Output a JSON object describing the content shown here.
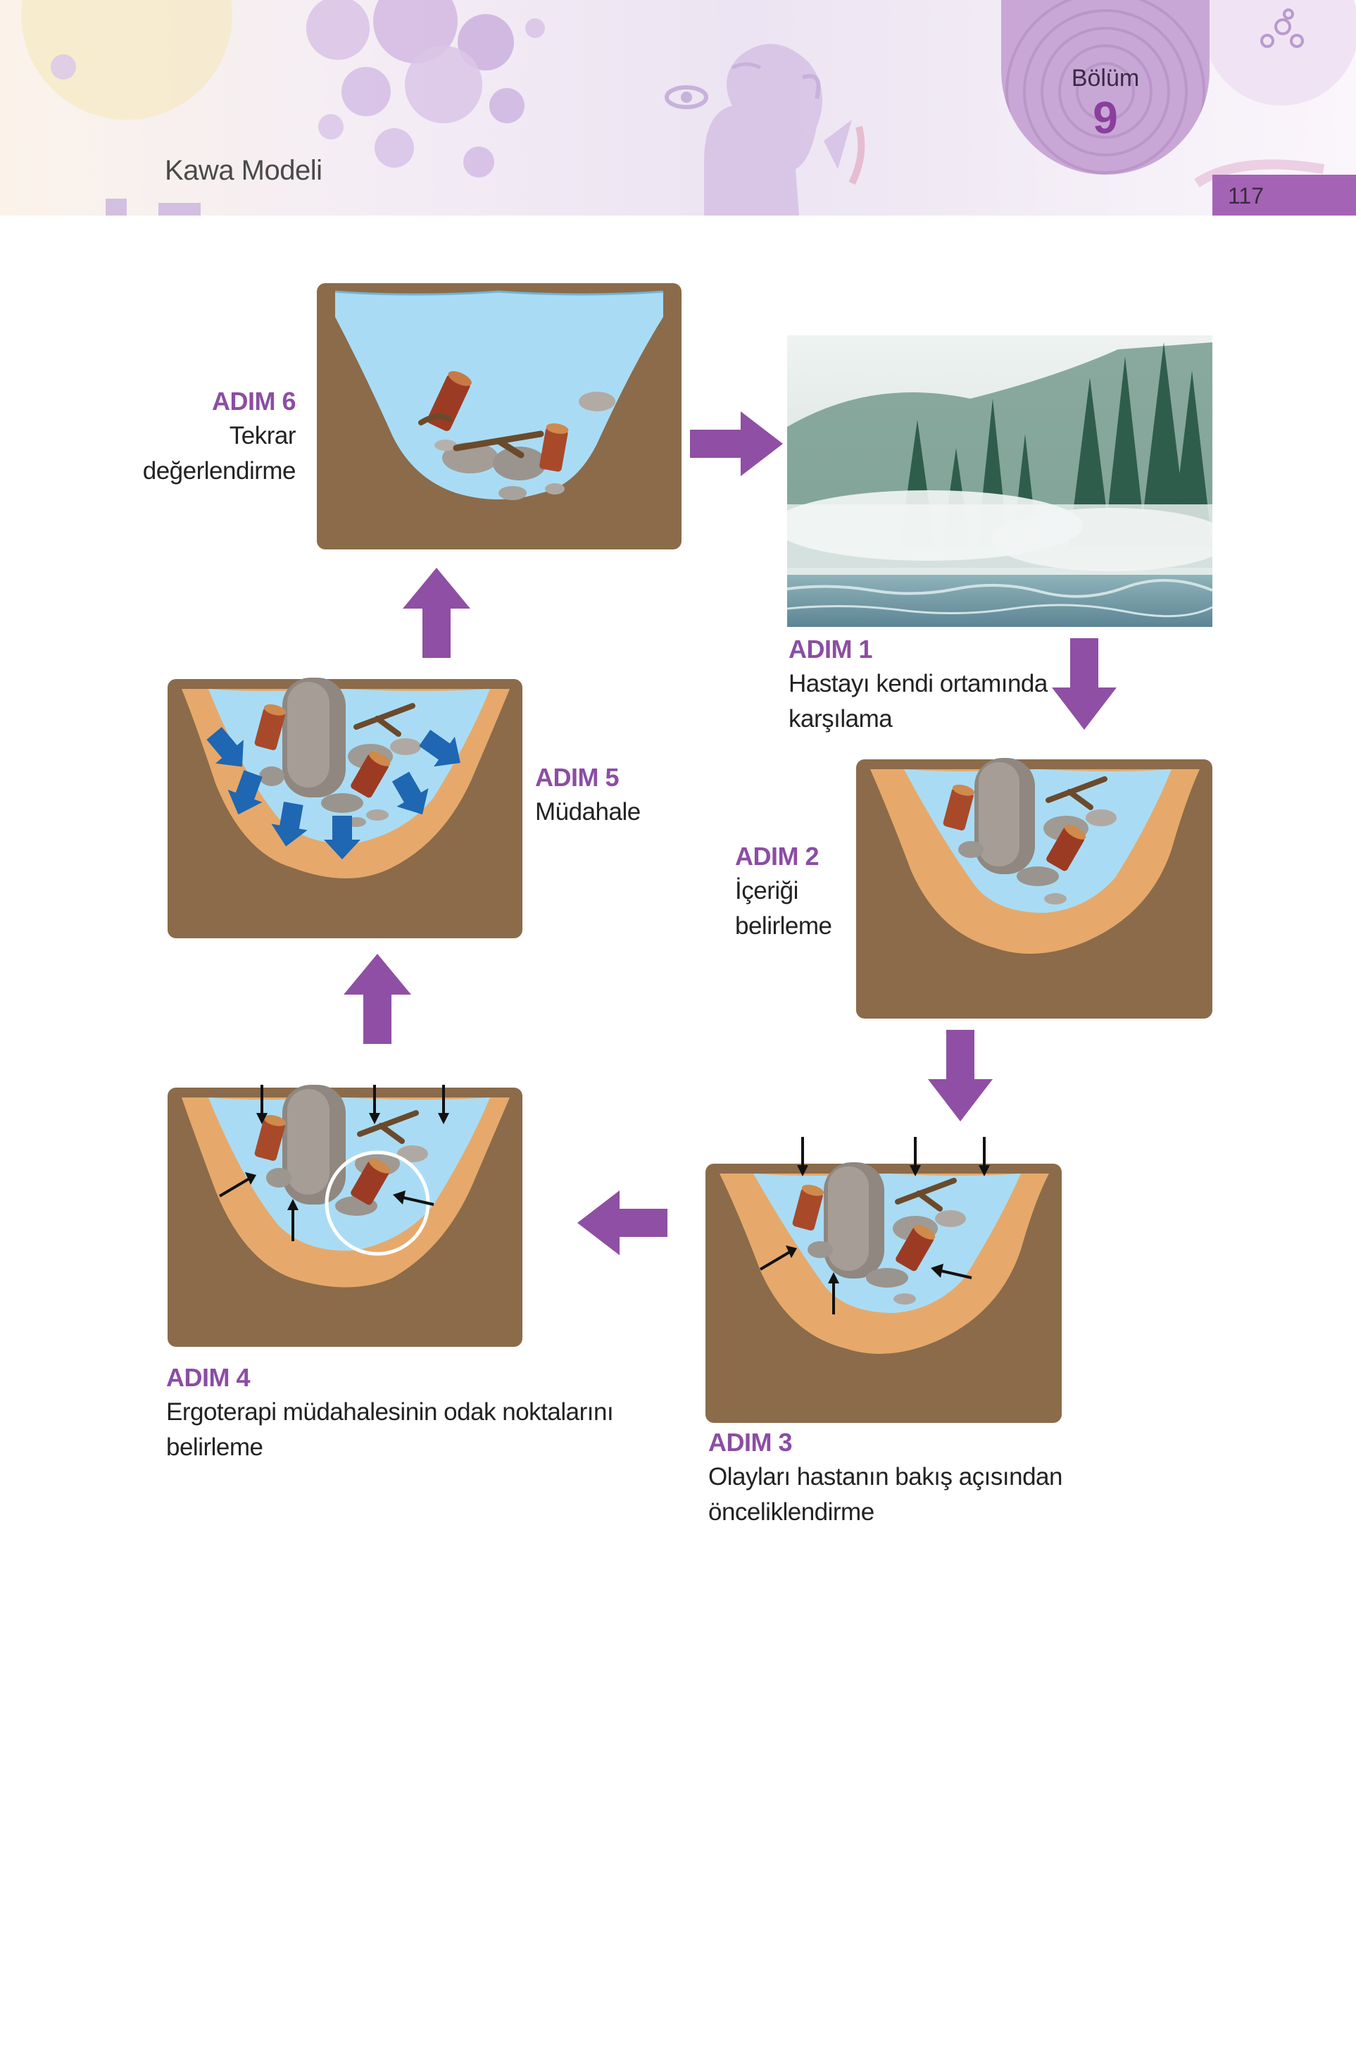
{
  "header": {
    "running_title": "Kawa Modeli",
    "chapter_label": "Bölüm",
    "chapter_number": "9",
    "page_number": "117"
  },
  "steps": [
    {
      "id": "adim-1",
      "title": "ADIM 1",
      "lines": [
        "Hastayı kendi ortamında",
        "karşılama"
      ]
    },
    {
      "id": "adim-2",
      "title": "ADIM 2",
      "lines": [
        "İçeriği",
        "belirleme"
      ]
    },
    {
      "id": "adim-3",
      "title": "ADIM 3",
      "lines": [
        "Olayları hastanın bakış açısından",
        "önceliklendirme"
      ]
    },
    {
      "id": "adim-4",
      "title": "ADIM 4",
      "lines": [
        "Ergoterapi müdahalesinin odak noktalarını",
        "belirleme"
      ]
    },
    {
      "id": "adim-5",
      "title": "ADIM 5",
      "lines": [
        "Müdahale"
      ]
    },
    {
      "id": "adim-6",
      "title": "ADIM 6",
      "lines": [
        "Tekrar",
        "değerlendirme"
      ]
    }
  ],
  "colors": {
    "accent_purple": "#8c4da3",
    "arrow_purple": "#8f4fa4",
    "earth_brown": "#8b6b4a",
    "sand": "#e6a96b",
    "water": "#a9dcf4",
    "intervention_blue": "#1f66b3"
  }
}
